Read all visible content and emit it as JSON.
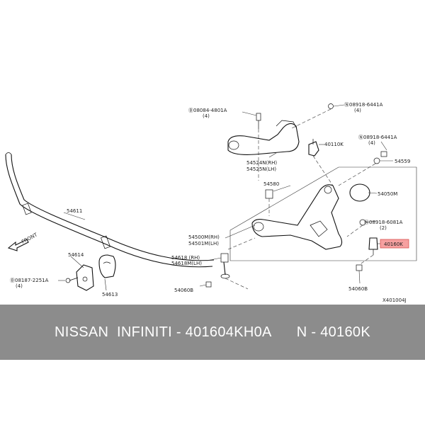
{
  "labels": {
    "p08084": "Ⓑ08084-4801A",
    "p08084q": "(4)",
    "p08918a": "Ⓝ08918-6441A",
    "p08918aq": "(4)",
    "p08918b": "Ⓝ08918-6441A",
    "p08918bq": "(4)",
    "p40110k": "40110K",
    "p54559": "54559",
    "p54524n": "54524N(RH)",
    "p54525n": "54525N(LH)",
    "p54580": "54580",
    "p54050m": "54050M",
    "p08918c": "Ⓝ08918-6081A",
    "p08918cq": "(2)",
    "p54500m": "54500M(RH)",
    "p54501m": "54501M(LH)",
    "p40160k": "40160K",
    "p54611": "54611",
    "front": "FRONT",
    "p54614": "54614",
    "p08187": "Ⓑ08187-2251A",
    "p08187q": "(4)",
    "p54613": "54613",
    "p54618": "54618 (RH)",
    "p54618m": "54618M(LH)",
    "p54060b_a": "54060B",
    "p54060b_b": "54060B",
    "diagram_id": "X401004J"
  },
  "footer": {
    "brand": "NISSAN  INFINITI",
    "part_number": "401604KH0A",
    "ref": "N - 40160K"
  },
  "colors": {
    "highlight": "#f6a0a0",
    "footer_bg": "#8c8c8c"
  }
}
